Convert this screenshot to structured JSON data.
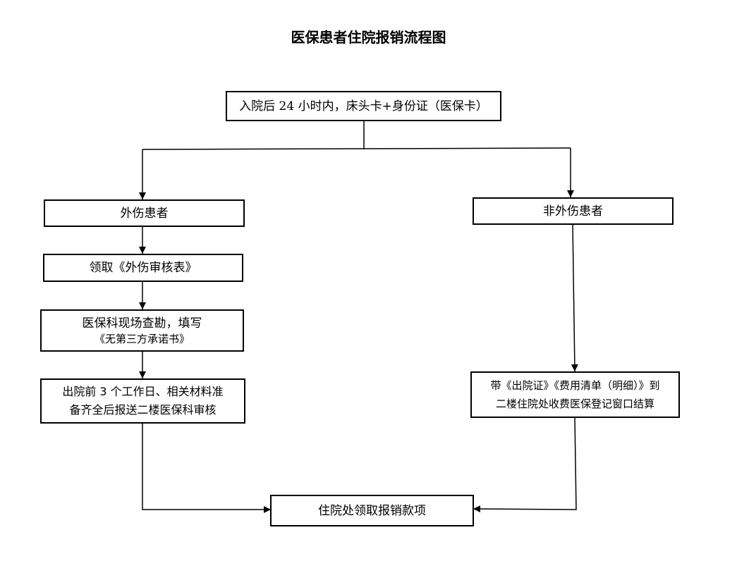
{
  "diagram": {
    "title": "医保患者住院报销流程图",
    "nodes": {
      "admission": "入院后 24 小时内，床头卡+身份证（医保卡）",
      "trauma": "外伤患者",
      "non_trauma": "非外伤患者",
      "get_form": "领取《外伤审核表》",
      "inspection_line1": "医保科现场查勘，填写",
      "inspection_line2": "《无第三方承诺书》",
      "discharge_line1": "出院前 3 个工作日、相关材料准",
      "discharge_line2": "备齐全后报送二楼医保科审核",
      "settle_line1": "带《出院证》《费用清单（明细）》到",
      "settle_line2": "二楼住院处收费医保登记窗口结算",
      "collect": "住院处领取报销款项"
    },
    "edges": [
      {
        "from": "admission",
        "to": "trauma"
      },
      {
        "from": "admission",
        "to": "non_trauma"
      },
      {
        "from": "trauma",
        "to": "get_form"
      },
      {
        "from": "get_form",
        "to": "inspection"
      },
      {
        "from": "inspection",
        "to": "discharge"
      },
      {
        "from": "discharge",
        "to": "collect"
      },
      {
        "from": "non_trauma",
        "to": "settle"
      },
      {
        "from": "settle",
        "to": "collect"
      }
    ]
  }
}
